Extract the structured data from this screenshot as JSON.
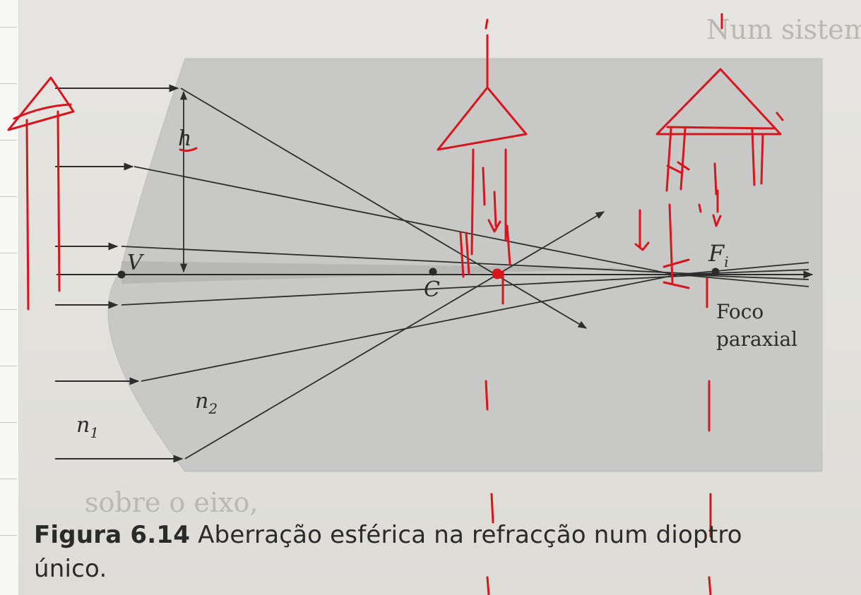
{
  "figure": {
    "label_h": "h",
    "label_v": "V",
    "label_c": "C",
    "label_f": "F",
    "label_f_sub": "i",
    "focus_label_line1": "Foco",
    "focus_label_line2": "paraxial",
    "label_n1": "n",
    "label_n1_sub": "1",
    "label_n2": "n",
    "label_n2_sub": "2"
  },
  "caption": {
    "figure_number": "Figura 6.14",
    "text_line1": "Aberração esférica na refracção num dioptro",
    "text_line2": "único."
  },
  "colors": {
    "annotation": "#d8151c",
    "ink": "#2b2b2b",
    "paper": "#e4e3df",
    "medium": "#c8c8c6"
  }
}
